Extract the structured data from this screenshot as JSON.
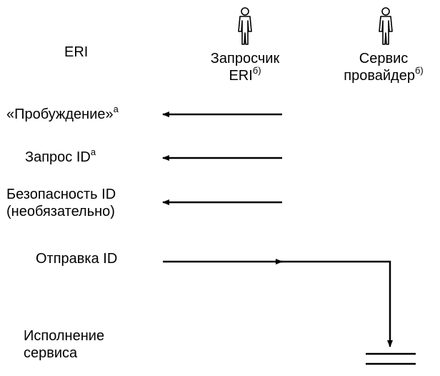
{
  "diagram": {
    "eri_label": "ERI",
    "actors": {
      "requester": {
        "line1": "Запросчик",
        "line2": "ERI",
        "note": "б)"
      },
      "provider": {
        "line1": "Сервис",
        "line2": "провайдер",
        "note": "б)"
      }
    },
    "steps": {
      "wakeup": {
        "label": "«Пробуждение»",
        "note": "а"
      },
      "id_request": {
        "label": "Запрос ID",
        "note": "a"
      },
      "id_security": {
        "line1": "Безопасность ID",
        "line2": "(необязательно)"
      },
      "id_send": {
        "label": "Отправка ID"
      },
      "service_exec": {
        "line1": "Исполнение",
        "line2": "сервиса"
      }
    },
    "line_color": "#000000"
  }
}
